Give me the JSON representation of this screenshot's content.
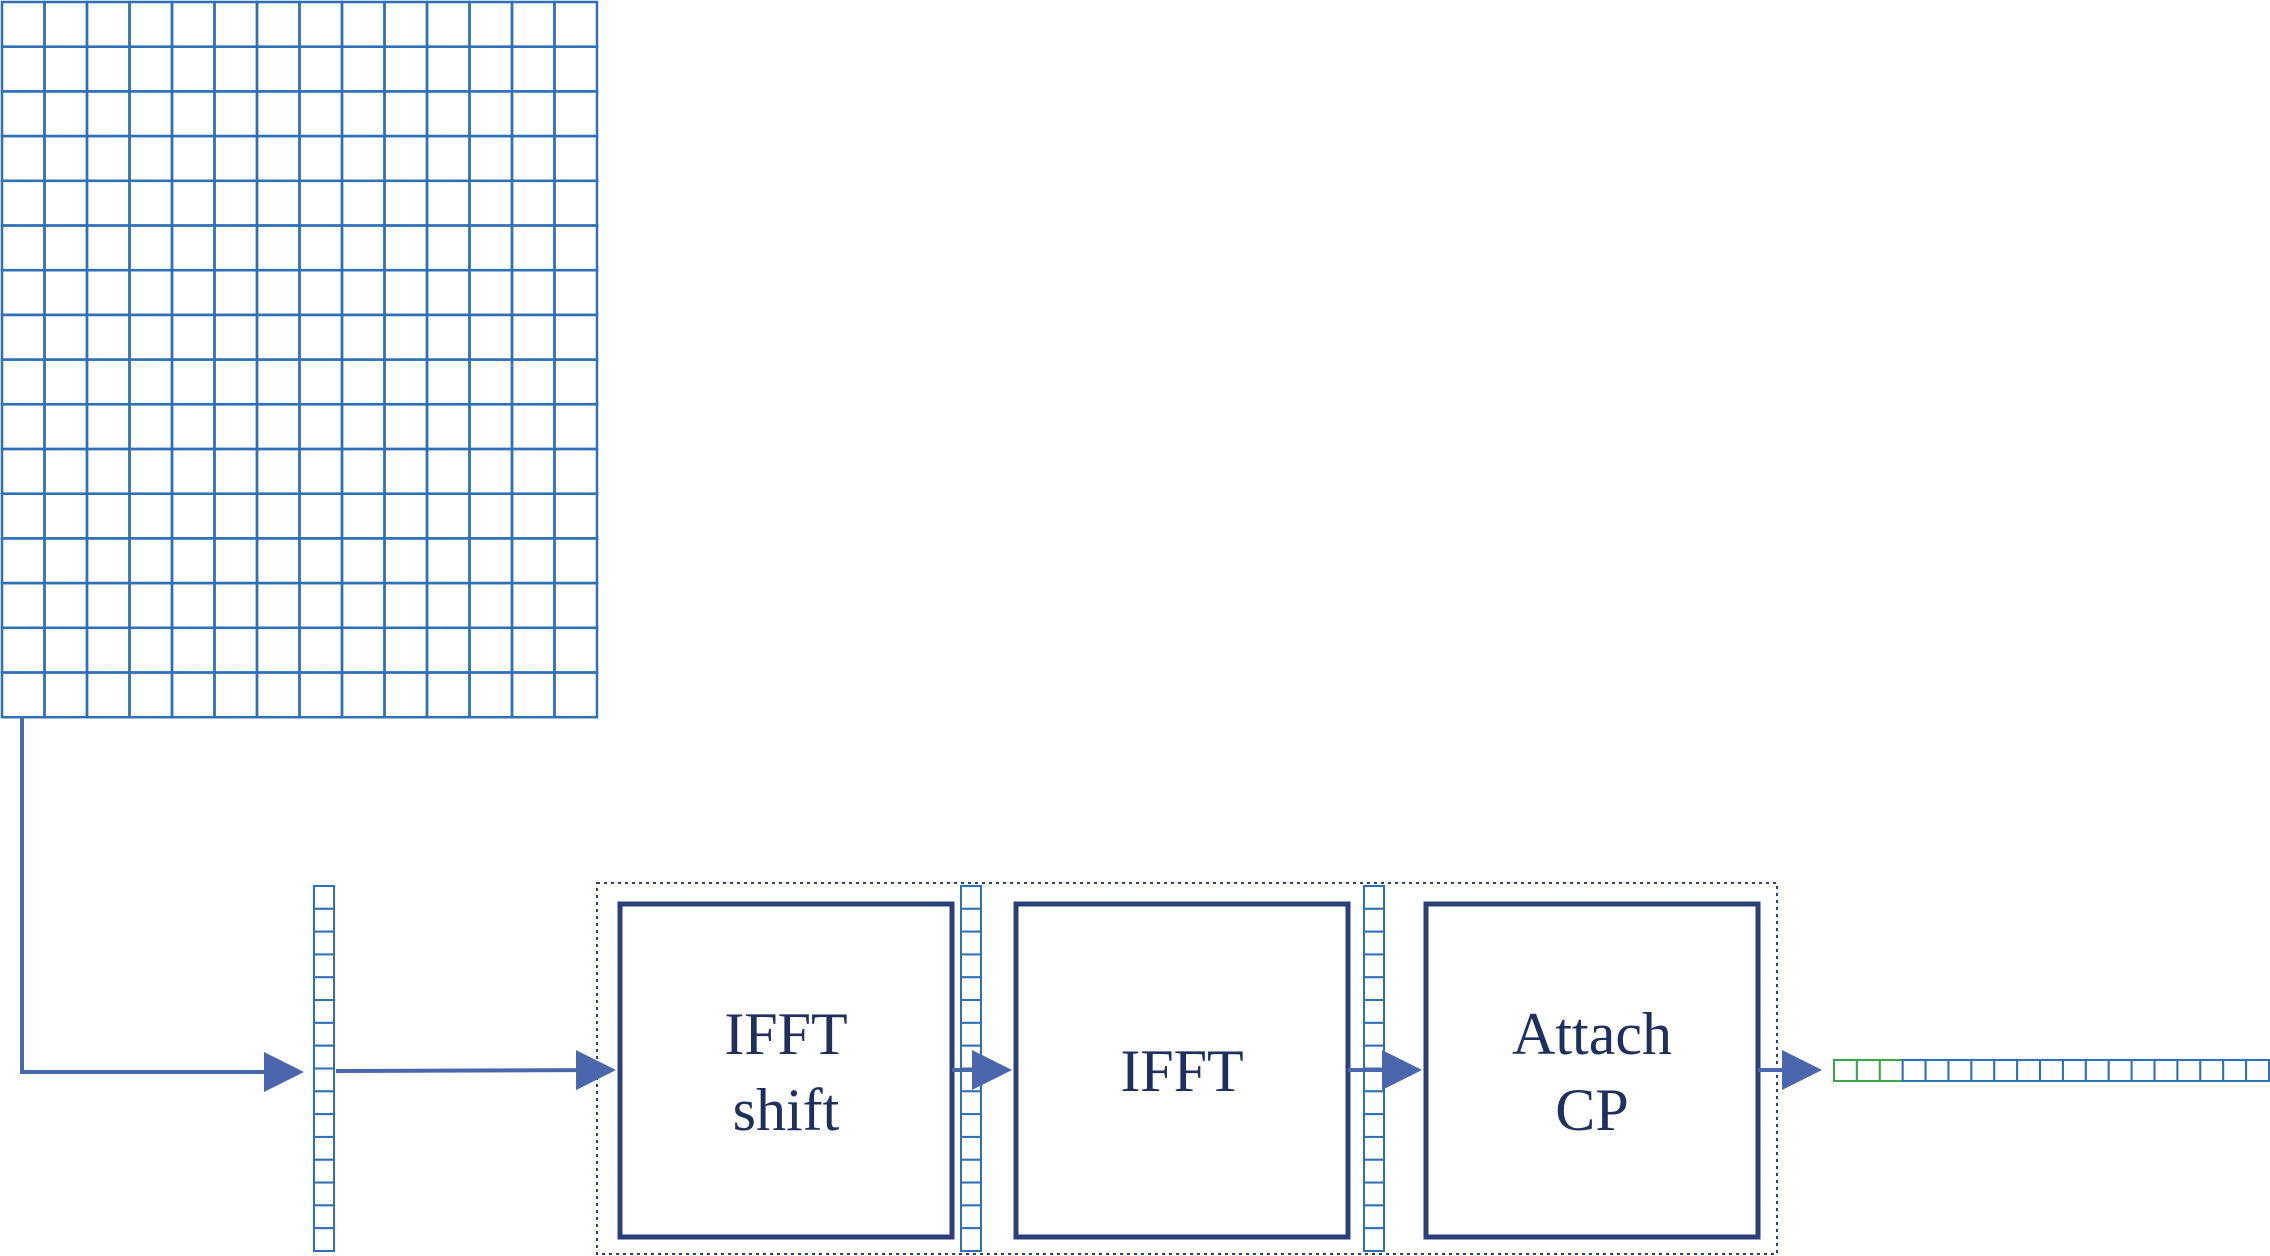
{
  "colors": {
    "grid": "#2e6fb6",
    "cp": "#3aa64a",
    "arrow": "#4a66ad",
    "block_border": "#2b3f78",
    "text": "#1f2f5e",
    "dotted": "#2b3f78"
  },
  "grid": {
    "columns": 14,
    "rows": 16
  },
  "vector_cells": 16,
  "output_sequence": {
    "cp_cells": 3,
    "total_cells": 19
  },
  "blocks": [
    {
      "id": "ifft-shift",
      "lines": [
        "IFFT",
        "shift"
      ]
    },
    {
      "id": "ifft",
      "lines": [
        "IFFT"
      ]
    },
    {
      "id": "attach-cp",
      "lines": [
        "Attach",
        "CP"
      ]
    }
  ]
}
